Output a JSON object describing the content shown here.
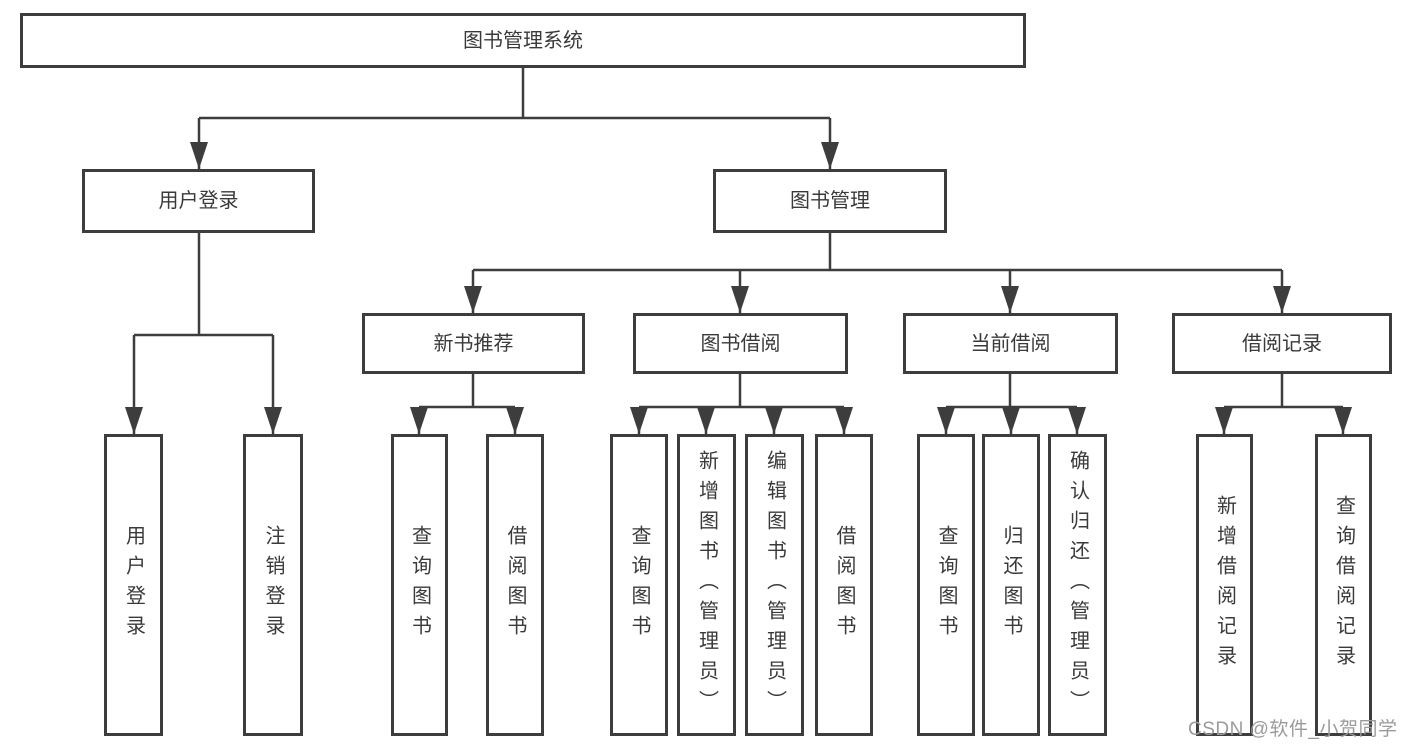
{
  "colors": {
    "line": "#3d3d3d",
    "node_border": "#3d3d3d",
    "node_text": "#3a3a3a",
    "background": "#ffffff",
    "watermark_text": "#9b9b9b"
  },
  "diagram": {
    "root": {
      "label": "图书管理系统"
    },
    "level2": {
      "user_login": {
        "label": "用户登录"
      },
      "book_mgmt": {
        "label": "图书管理"
      }
    },
    "level3": {
      "new_book_rec": {
        "label": "新书推荐"
      },
      "book_borrow": {
        "label": "图书借阅"
      },
      "current_borrow": {
        "label": "当前借阅"
      },
      "borrow_record": {
        "label": "借阅记录"
      }
    },
    "level4": {
      "user_login_leaf": {
        "label": "用户登录"
      },
      "logout_leaf": {
        "label": "注销登录"
      },
      "rec_query_book": {
        "label": "查询图书"
      },
      "rec_borrow_book": {
        "label": "借阅图书"
      },
      "borrow_query_book": {
        "label": "查询图书"
      },
      "borrow_add_book": {
        "label": "新增图书（管理员）"
      },
      "borrow_edit_book": {
        "label": "编辑图书（管理员）"
      },
      "borrow_borrow_book": {
        "label": "借阅图书"
      },
      "current_query_book": {
        "label": "查询图书"
      },
      "current_return_book": {
        "label": "归还图书"
      },
      "current_confirm_return": {
        "label": "确认归还（管理员）"
      },
      "record_add": {
        "label": "新增借阅记录"
      },
      "record_query": {
        "label": "查询借阅记录"
      }
    }
  },
  "watermark": {
    "label": "CSDN @软件_小贺同学"
  }
}
